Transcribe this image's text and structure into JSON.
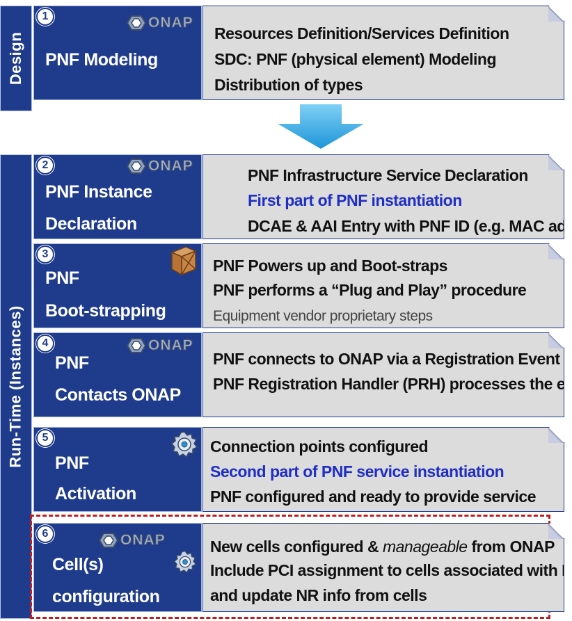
{
  "sidebar": {
    "design_label": "Design",
    "runtime_label": "Run-Time (Instances)"
  },
  "logo_text": "ONAP",
  "steps": [
    {
      "number": "1",
      "title_lines": [
        "PNF Modeling"
      ],
      "icon": "onap-logo",
      "lines": [
        {
          "text": "Resources Definition/Services Definition",
          "style": "normal"
        },
        {
          "text": "SDC: PNF (physical element) Modeling",
          "style": "normal"
        },
        {
          "text": "Distribution of types",
          "style": "normal"
        }
      ]
    },
    {
      "number": "2",
      "title_lines": [
        "PNF Instance",
        "Declaration"
      ],
      "icon": "onap-logo",
      "lines": [
        {
          "text": "PNF Infrastructure Service Declaration",
          "style": "normal"
        },
        {
          "text": "First part of PNF instantiation",
          "style": "highlight"
        },
        {
          "text": "DCAE & AAI Entry with PNF ID (e.g. MAC addre",
          "style": "normal"
        }
      ]
    },
    {
      "number": "3",
      "title_lines": [
        "PNF",
        "Boot-strapping"
      ],
      "icon": "crate-icon",
      "lines": [
        {
          "text": "PNF Powers up and Boot-straps",
          "style": "normal"
        },
        {
          "text": "PNF performs a “Plug and Play” procedure",
          "style": "normal"
        },
        {
          "text": "Equipment vendor proprietary steps",
          "style": "muted"
        }
      ]
    },
    {
      "number": "4",
      "title_lines": [
        "PNF",
        "Contacts ONAP"
      ],
      "icon": "onap-logo",
      "lines": [
        {
          "text": "PNF connects to ONAP via a Registration Event",
          "style": "normal"
        },
        {
          "text": "PNF Registration Handler (PRH) processes the event",
          "style": "normal"
        }
      ]
    },
    {
      "number": "5",
      "title_lines": [
        "PNF",
        "Activation"
      ],
      "icon": "gear-icon",
      "lines": [
        {
          "text": "Connection points configured",
          "style": "normal"
        },
        {
          "text": "Second part of PNF service instantiation",
          "style": "highlight"
        },
        {
          "text": "PNF configured and ready to provide service",
          "style": "normal"
        }
      ]
    },
    {
      "number": "6",
      "title_lines": [
        "Cell(s)",
        "configuration"
      ],
      "icon": "onap-logo-and-gear",
      "lines": [
        {
          "text": "New cells configured & manageable from ONAP",
          "style": "normal"
        },
        {
          "text": "Include PCI assignment to cells associated with PNF",
          "style": "normal"
        },
        {
          "text": "and update NR info from cells",
          "style": "normal"
        }
      ]
    }
  ],
  "colors": {
    "step_fill": "#1f3b8c",
    "box_fill": "#dcdcdc",
    "highlight_text": "#1f2ec5",
    "arrow": "#29a9e6",
    "dashed_border": "#c41a1a"
  }
}
